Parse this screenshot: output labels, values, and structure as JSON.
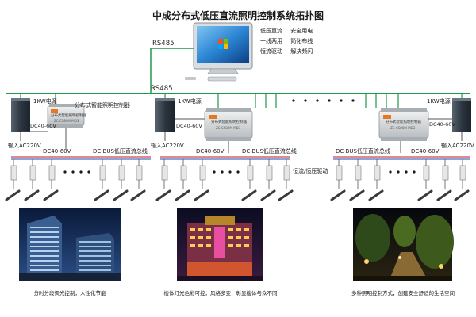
{
  "title": "中成分布式低压直流照明控制系统拓扑图",
  "rs485_top": "RS485",
  "rs485_bus": "RS485",
  "features": [
    [
      "低压直流",
      "安全用电"
    ],
    [
      "一线两用",
      "简化布线"
    ],
    [
      "恒流驱动",
      "解决频闪"
    ]
  ],
  "left": {
    "psu_label": "1KW电源",
    "controller_label": "分布式智能照明控制器",
    "psu_out": "DC40-60V",
    "ac_in": "输入AC220V",
    "dc_out": "DC40-60V",
    "bus": "DC-BUS低压直流总线"
  },
  "middle": {
    "psu_label": "1KW电源",
    "psu_out": "DC40-60V",
    "ac_in": "输入AC220V",
    "dc_out": "DC40-60V",
    "bus": "DC-BUS低压直流总线",
    "drive": "恒流/恒压驱动"
  },
  "right": {
    "psu_label": "1KW电源",
    "psu_out": "DC40-60V",
    "ac_in": "输入AC220V",
    "bus": "DC-BUS低压直流总线",
    "dc_out": "DC40-60V"
  },
  "controller": {
    "line1": "分布式智能照明控制器",
    "line2": "ZC-CS80M-MD3"
  },
  "captions": [
    "分时分段调光控制，人性化节能",
    "楼体灯光色彩可控，风格多变，彰显楼体与众不同",
    "多种照明控制方式，创建安全舒适的生活空间"
  ],
  "colors": {
    "bus_green": "#1f9a4a",
    "wire_red": "#c8102e",
    "wire_blue": "#1f4ea8",
    "psu_dark": "#2f3b46",
    "controller_gray": "#cfd3d6"
  }
}
